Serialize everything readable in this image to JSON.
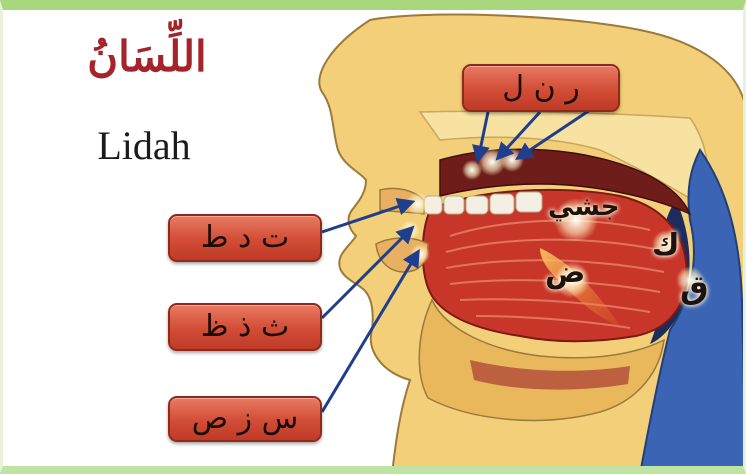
{
  "title": {
    "arabic": "اللِّسَانُ",
    "latin": "Lidah"
  },
  "labels": {
    "tip_top": "ر ن ل",
    "teeth_1": "ت د ط",
    "teeth_2": "ث ذ ظ",
    "teeth_3": "س ز ص",
    "middle": "جشي",
    "side": "ض",
    "back_upper": "ك",
    "back_lower": "ق"
  },
  "colors": {
    "title": "#a5232b",
    "tag_fill": "#d24c36",
    "arrow": "#1f3e8c",
    "skin": "#f2cf78",
    "mouth": "#c8362a"
  }
}
